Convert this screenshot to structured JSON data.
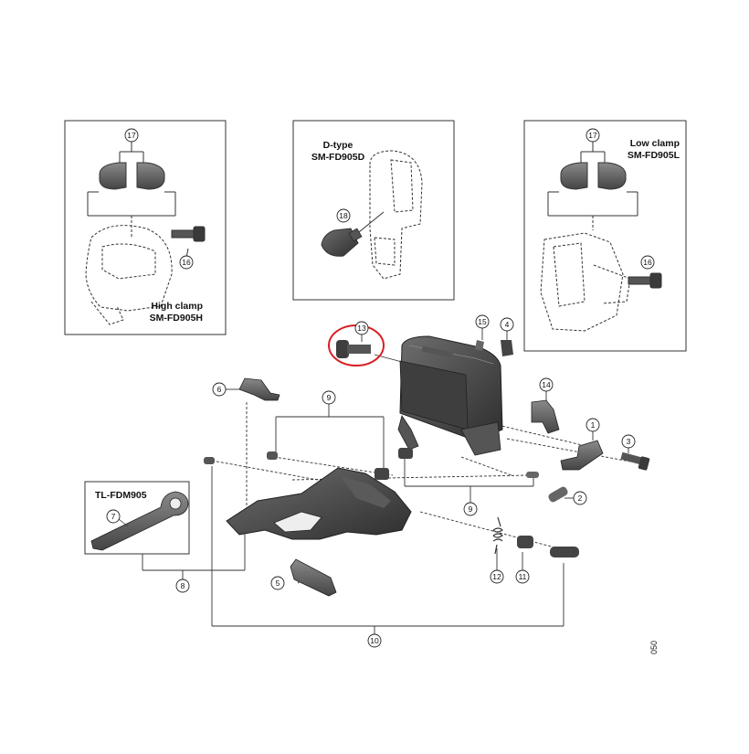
{
  "insets": {
    "high": {
      "title": "High clamp",
      "model": "SM-FD905H"
    },
    "dtype": {
      "title": "D-type",
      "model": "SM-FD905D"
    },
    "low": {
      "title": "Low clamp",
      "model": "SM-FD905L"
    }
  },
  "tool": {
    "name": "TL-FDM905"
  },
  "callouts": {
    "c1": "1",
    "c2": "2",
    "c3": "3",
    "c4": "4",
    "c5": "5",
    "c6": "6",
    "c7": "7",
    "c8": "8",
    "c9a": "9",
    "c9b": "9",
    "c10": "10",
    "c11": "11",
    "c12": "12",
    "c13": "13",
    "c14": "14",
    "c15": "15",
    "c16a": "16",
    "c16b": "16",
    "c17a": "17",
    "c17b": "17",
    "c18": "18"
  },
  "serial": "050",
  "colors": {
    "highlight": "#d81f26",
    "part_dark": "#3a3a3a",
    "part_mid": "#6b6b6b",
    "line": "#333333"
  }
}
